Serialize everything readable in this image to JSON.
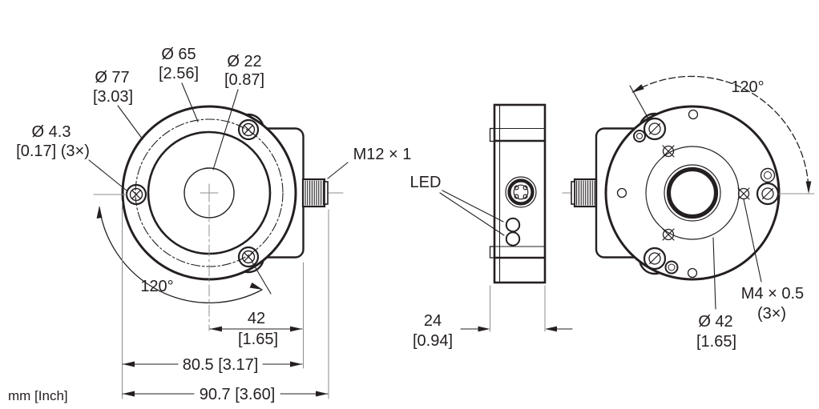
{
  "drawing": {
    "units_note": "mm [Inch]",
    "line_color": "#241f21",
    "aux_line_color": "#8d8d8d",
    "background": "#ffffff",
    "front_view": {
      "dia_77": {
        "mm": "Ø 77",
        "inch": "[3.03]"
      },
      "dia_65": {
        "mm": "Ø 65",
        "inch": "[2.56]"
      },
      "dia_22": {
        "mm": "Ø 22",
        "inch": "[0.87]"
      },
      "dia_4_3": {
        "mm": "Ø 4.3",
        "inch": "[0.17] (3×)"
      },
      "angle": "120°",
      "thread_label": "M12 × 1",
      "width_42": {
        "mm": "42",
        "inch": "[1.65]"
      },
      "width_80_5": "80.5 [3.17]",
      "width_90_7": "90.7 [3.60]"
    },
    "side_view": {
      "led_label": "LED",
      "depth_24": {
        "mm": "24",
        "inch": "[0.94]"
      }
    },
    "back_view": {
      "angle": "120°",
      "thread_label": {
        "line1": "M4 × 0.5",
        "line2": "(3×)"
      },
      "dia_42": {
        "mm": "Ø 42",
        "inch": "[1.65]"
      }
    }
  }
}
